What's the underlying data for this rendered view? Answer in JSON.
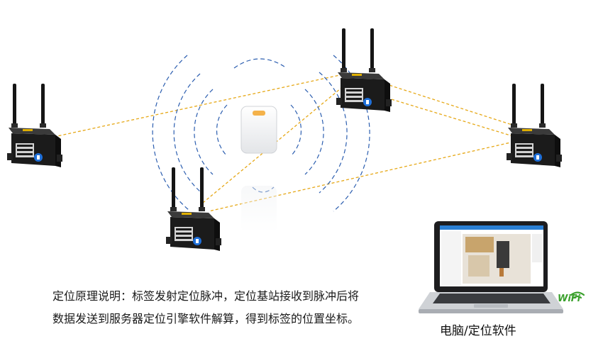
{
  "caption": {
    "line1": "定位原理说明：标签发射定位脉冲，定位基站接收到脉冲后将",
    "line2": "数据发送到服务器定位引擎软件解算，得到标签的位置坐标。"
  },
  "laptop": {
    "label": "电脑/定位软件"
  },
  "wifi": {
    "label": "WiFi"
  },
  "colors": {
    "signal_wave": "#2d5fb0",
    "link_line": "#e6a817",
    "device_body": "#1b1b1b",
    "accent": "#1e6fd9"
  }
}
